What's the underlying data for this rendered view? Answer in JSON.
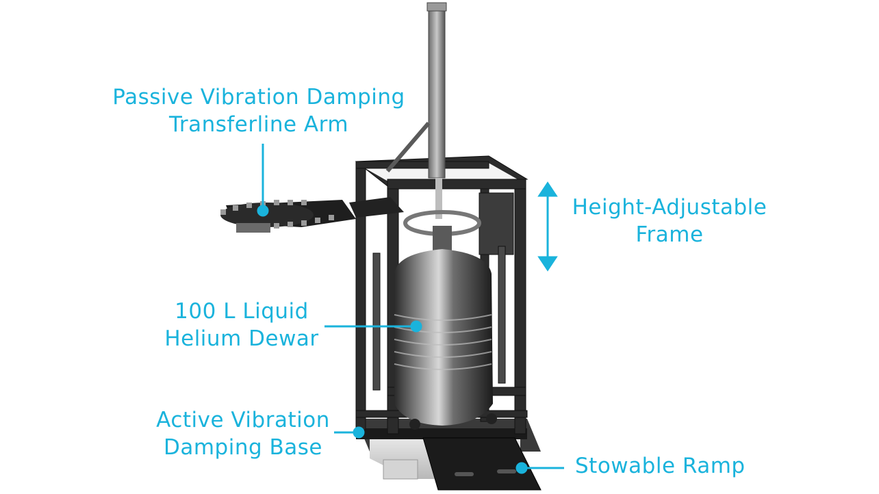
{
  "accent_color": "#1ab3dc",
  "callouts": {
    "transferline": {
      "line1": "Passive Vibration Damping",
      "line2": "Transferline Arm"
    },
    "frame": {
      "line1": "Height-Adjustable",
      "line2": "Frame"
    },
    "dewar": {
      "line1": "100 L Liquid",
      "line2": "Helium Dewar"
    },
    "base": {
      "line1": "Active Vibration",
      "line2": "Damping Base"
    },
    "ramp": {
      "line1": "Stowable Ramp"
    }
  }
}
